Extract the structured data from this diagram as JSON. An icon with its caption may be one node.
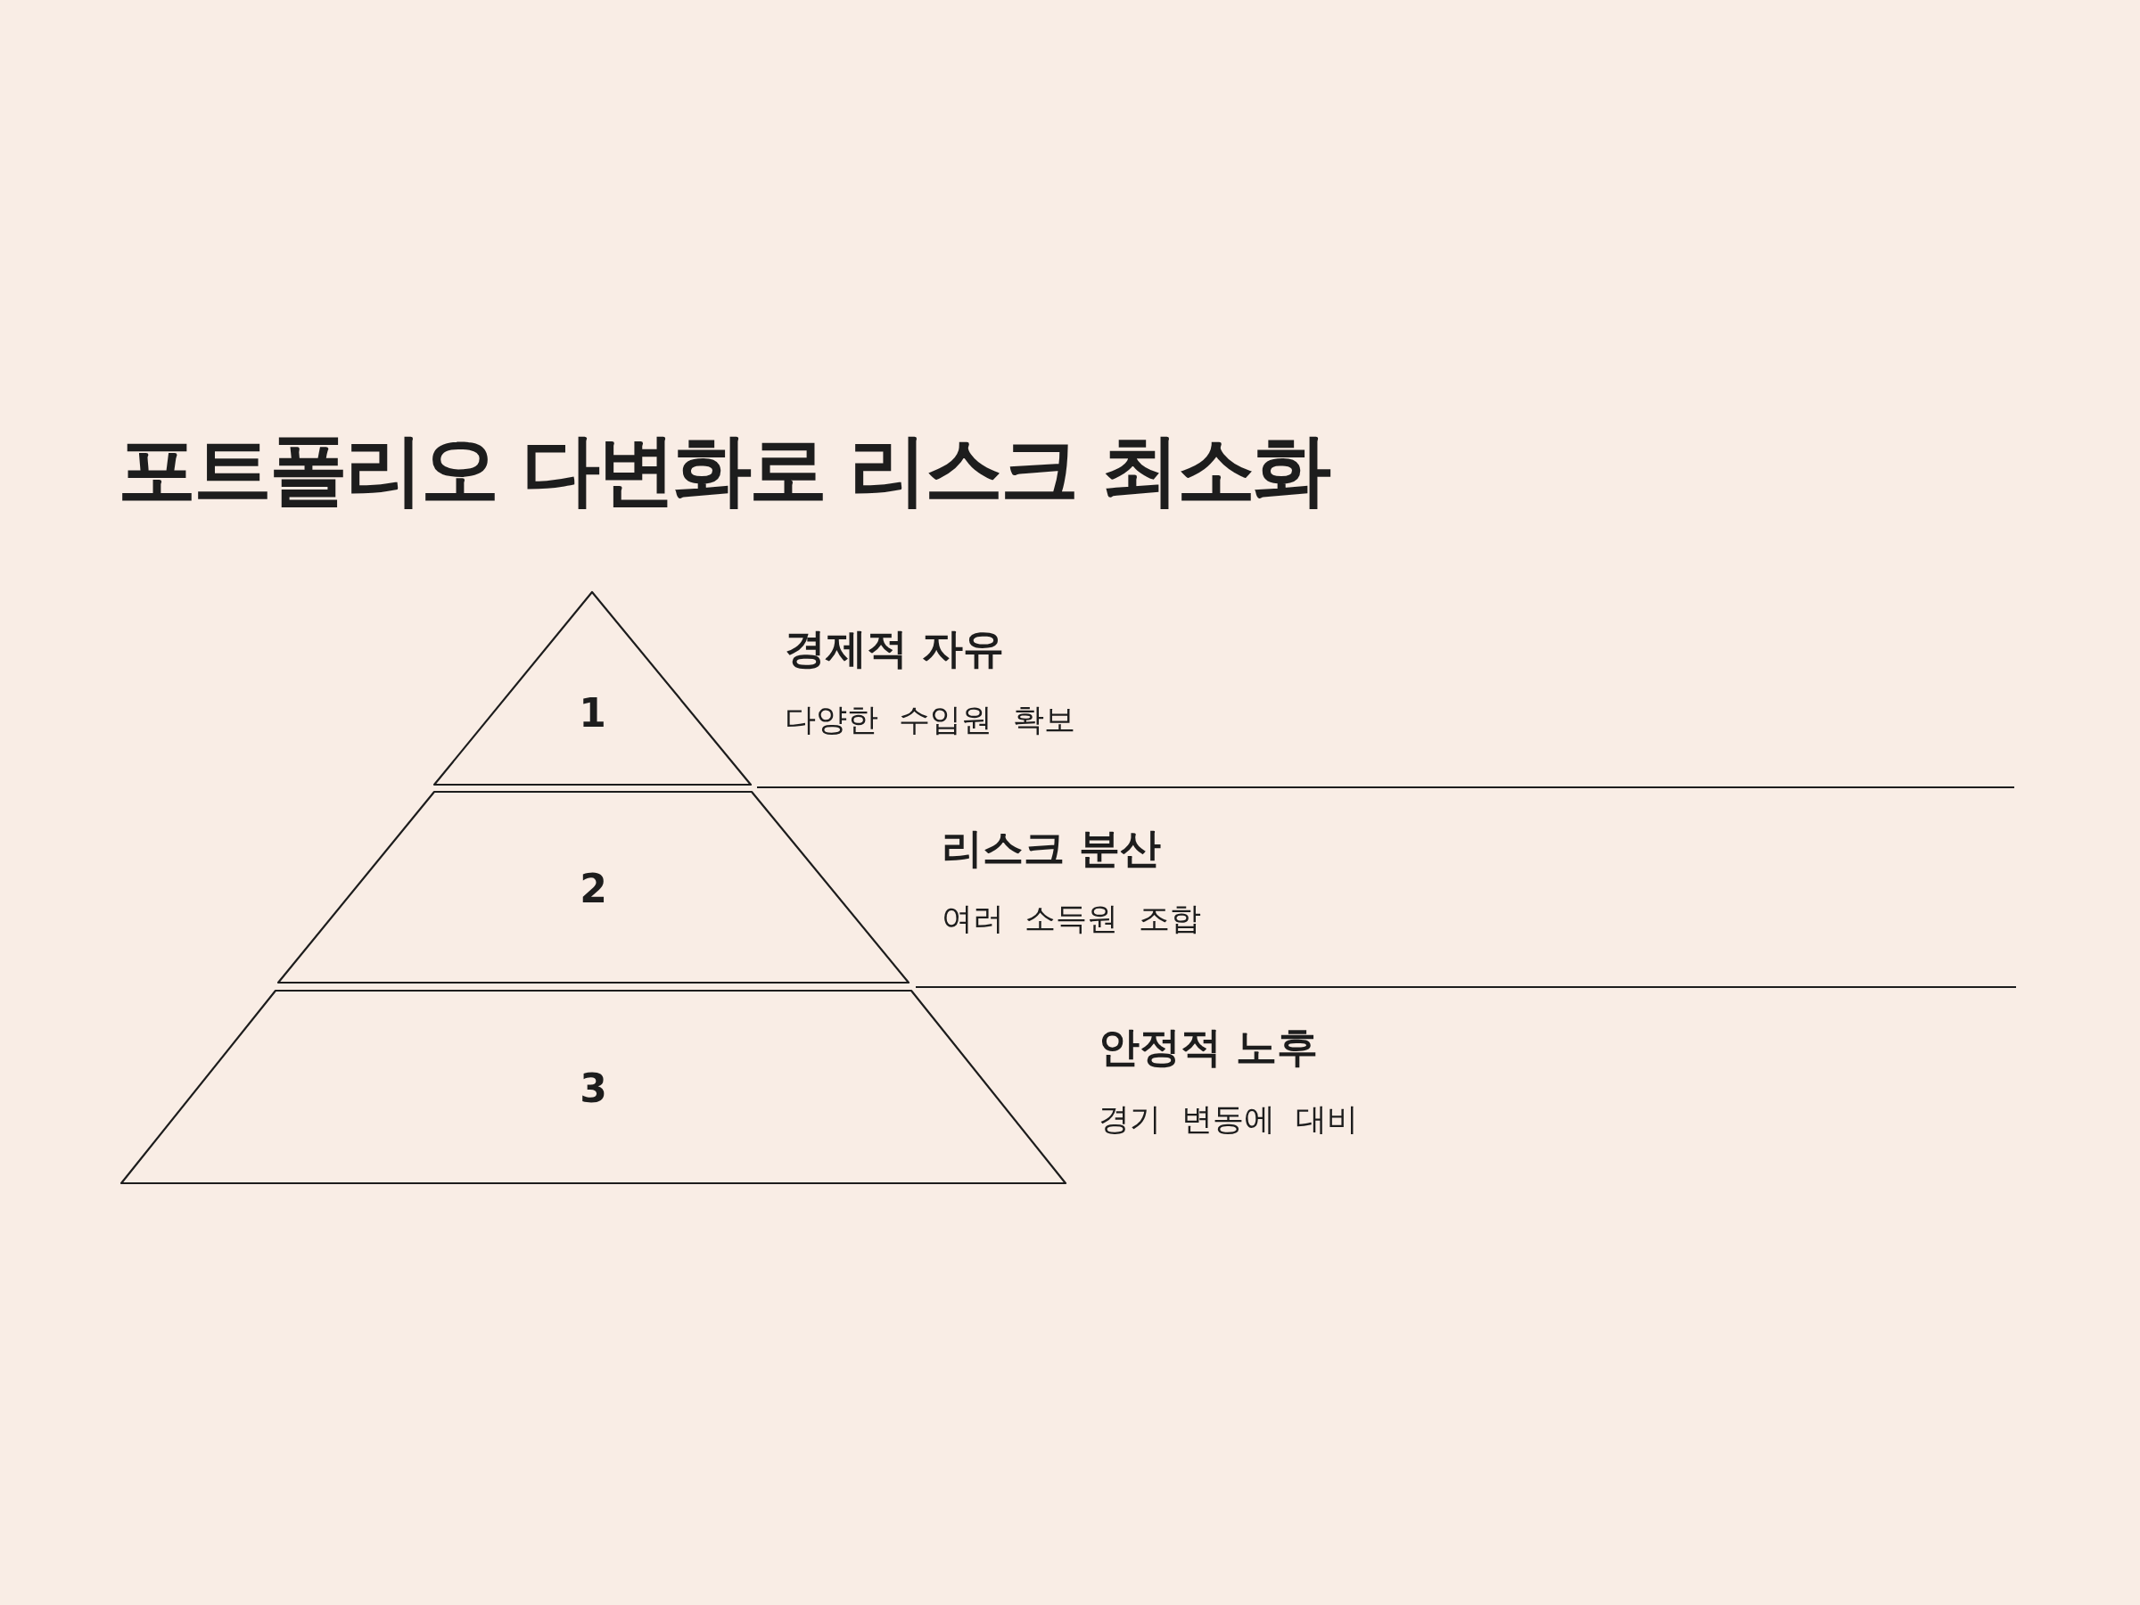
{
  "diagram": {
    "title": "포트폴리오 다변화로 리스크 최소화",
    "nodes": [
      {
        "text": [
          "1"
        ],
        "beside": [
          "경제적 자유",
          "다양한 수입원 확보"
        ]
      },
      {
        "text": [
          "2"
        ],
        "beside": [
          "리스크 분산",
          "여러 소득원 조합"
        ]
      },
      {
        "text": [
          "3"
        ],
        "beside": [
          "안정적 노후",
          "경기 변동에 대비"
        ]
      }
    ]
  }
}
